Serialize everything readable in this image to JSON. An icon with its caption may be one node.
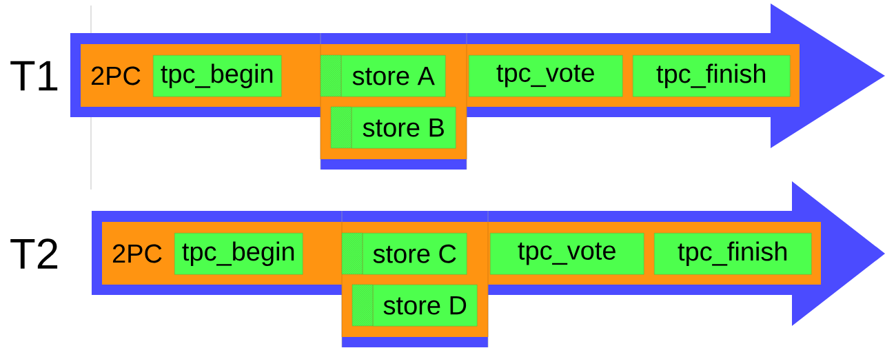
{
  "diagram": {
    "nodes": [
      {
        "text": [],
        "shape": "arrow",
        "beside": [
          "T1"
        ]
      },
      {
        "text": [
          "2PC"
        ]
      },
      {
        "text": [
          "tpc_begin"
        ],
        "in": 1
      },
      {
        "text": [
          "store A"
        ],
        "in": 1
      },
      {
        "text": [
          "store B"
        ],
        "in": 1
      },
      {
        "text": [
          "tpc_vote"
        ],
        "in": 1
      },
      {
        "text": [
          "tpc_finish"
        ],
        "in": 1
      },
      {
        "text": [],
        "shape": "arrow",
        "beside": [
          "T2"
        ]
      },
      {
        "text": [
          "2PC"
        ]
      },
      {
        "text": [
          "tpc_begin"
        ],
        "in": 8
      },
      {
        "text": [
          "store C"
        ],
        "in": 8
      },
      {
        "text": [
          "store D"
        ],
        "in": 8
      },
      {
        "text": [
          "tpc_vote"
        ],
        "in": 8
      },
      {
        "text": [
          "tpc_finish"
        ],
        "in": 8
      }
    ]
  }
}
